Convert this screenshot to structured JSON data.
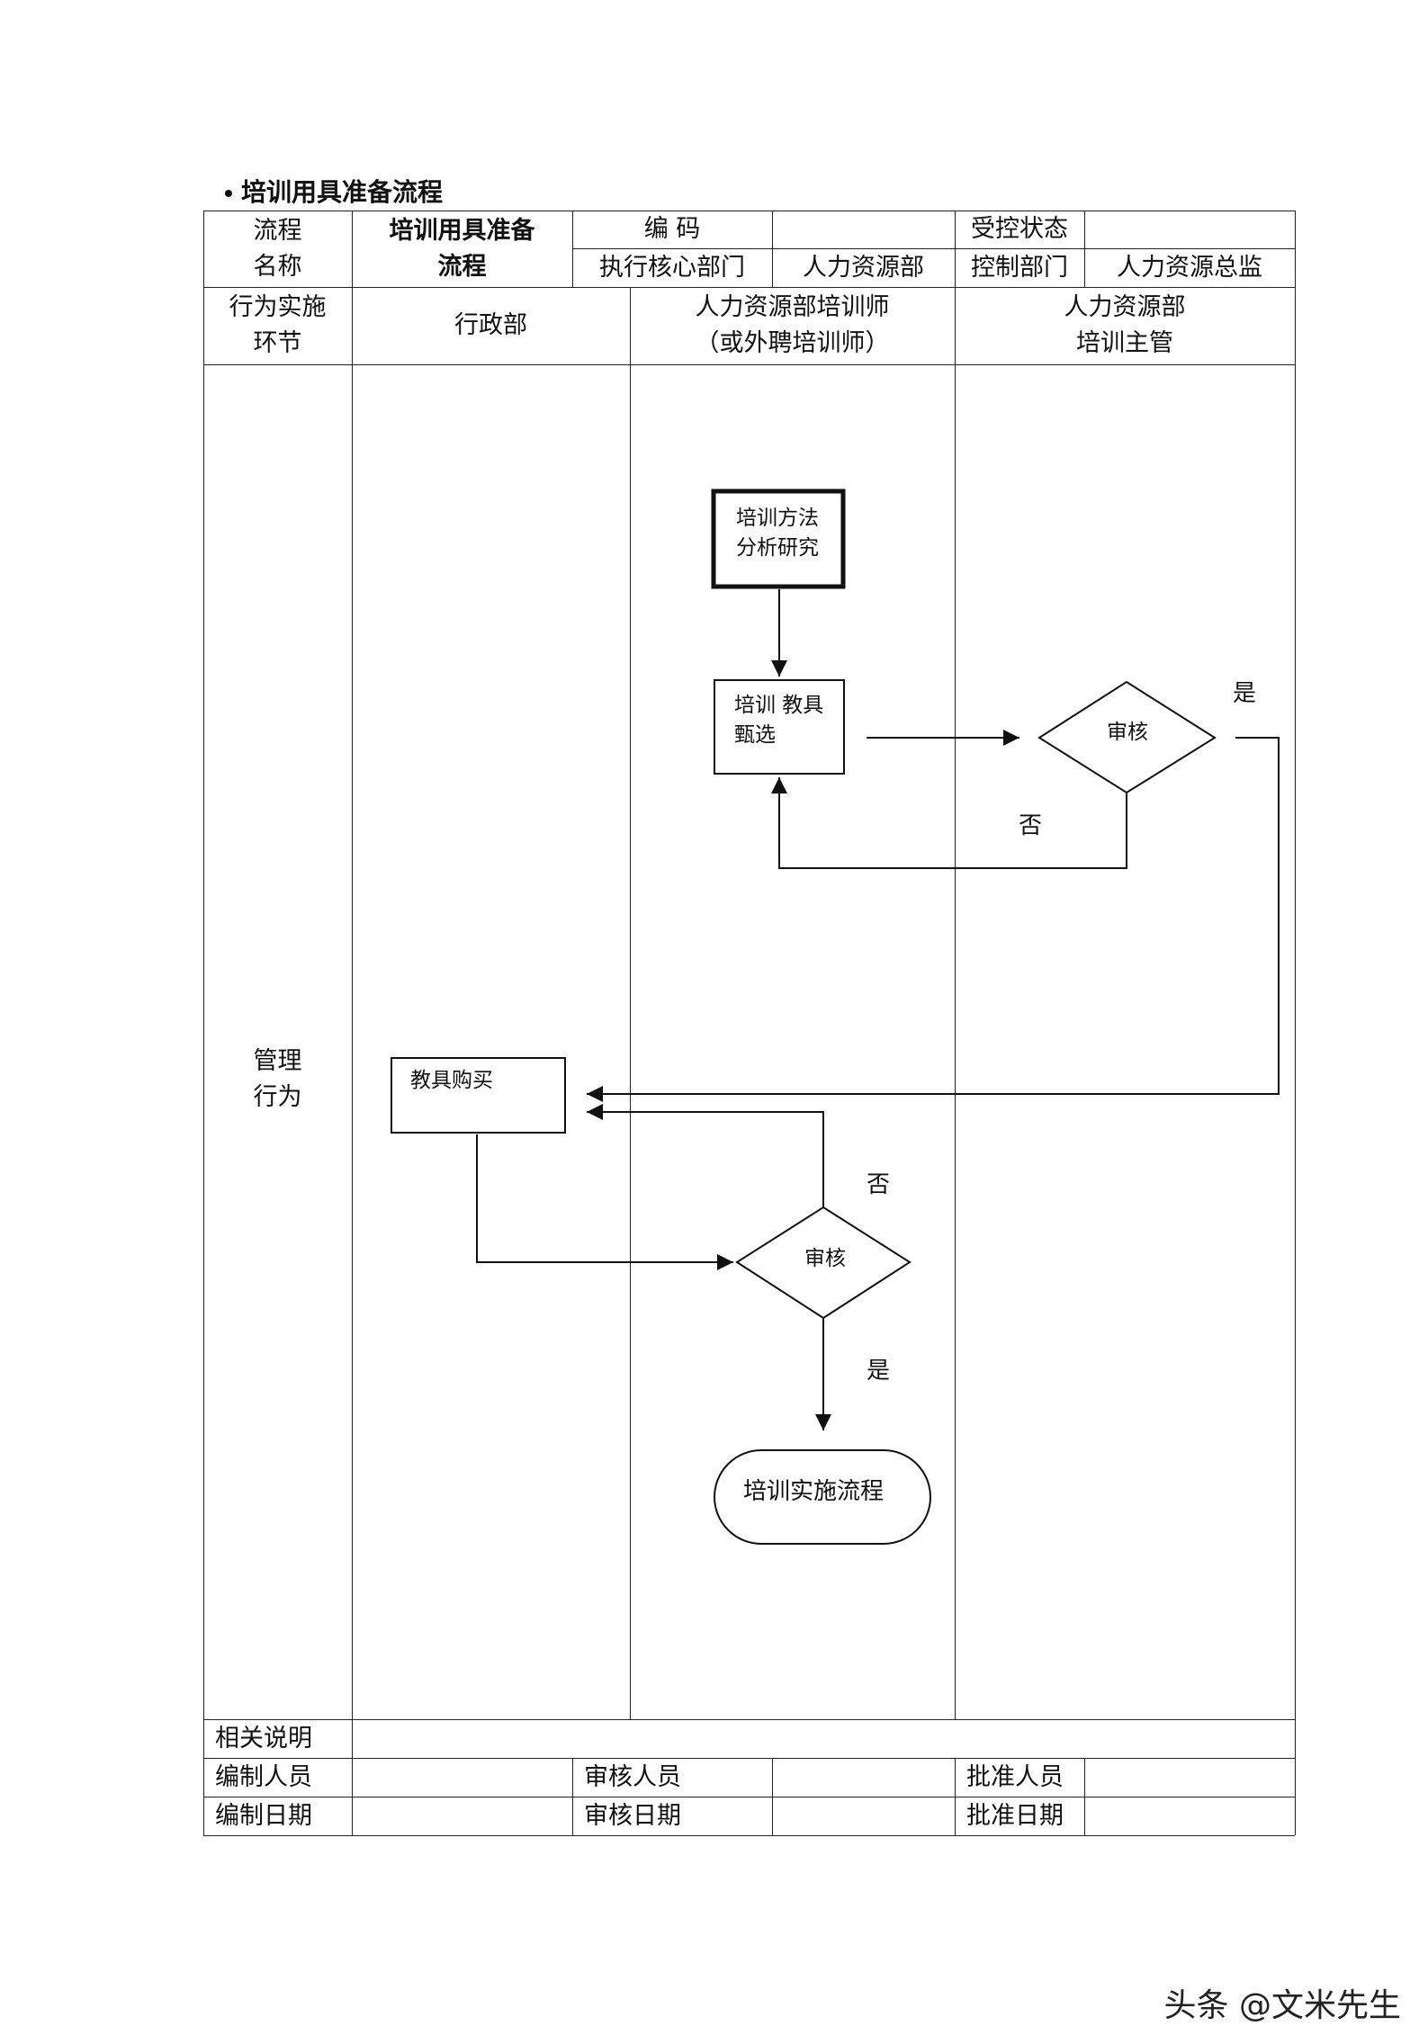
{
  "title": "培训用具准备流程",
  "header": {
    "process_name_label": "流程\n名称",
    "process_name_value": "培训用具准备\n流程",
    "code_label": "编 码",
    "code_value": "",
    "controlled_status_label": "受控状态",
    "controlled_status_value": "",
    "exec_dept_label": "执行核心部门",
    "exec_dept_value": "人力资源部",
    "control_dept_label": "控制部门",
    "control_dept_value": "人力资源总监"
  },
  "lanes": {
    "row_label": "行为实施\n环节",
    "lane1": "行政部",
    "lane2": "人力资源部培训师\n（或外聘培训师）",
    "lane3": "人力资源部\n培训主管"
  },
  "body": {
    "row_label": "管理\n行为"
  },
  "flow": {
    "node_start": "培训方法\n分析研究",
    "node_select": "培训 教具\n甄选",
    "node_review1": "审核",
    "node_purchase": "教具购买",
    "node_review2": "审核",
    "node_end": "培训实施流程",
    "yes1": "是",
    "no1": "否",
    "no2": "否",
    "yes2": "是"
  },
  "footer": {
    "notes_label": "相关说明",
    "notes_value": "",
    "prepared_by_label": "编制人员",
    "prepared_by_value": "",
    "reviewed_by_label": "审核人员",
    "reviewed_by_value": "",
    "approved_by_label": "批准人员",
    "approved_by_value": "",
    "prepared_date_label": "编制日期",
    "prepared_date_value": "",
    "reviewed_date_label": "审核日期",
    "reviewed_date_value": "",
    "approved_date_label": "批准日期",
    "approved_date_value": ""
  },
  "watermark": "头条 @文米先生"
}
